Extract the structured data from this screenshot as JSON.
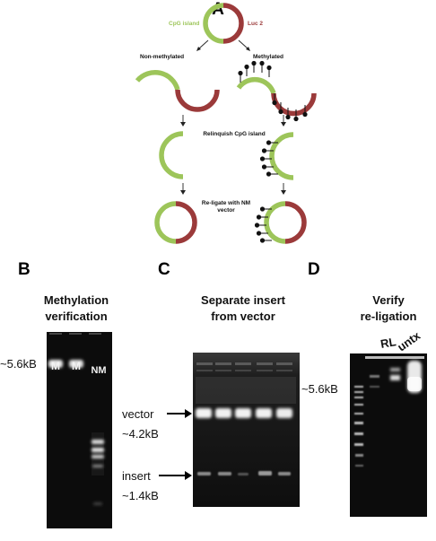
{
  "panels": {
    "a": {
      "letter": "A",
      "legend_cpg": "CpG island",
      "legend_luc": "Luc 2",
      "non_methylated": "Non-methylated",
      "methylated": "Methylated",
      "relinquish": "Relinquish CpG island",
      "religate_line1": "Re-ligate with NM",
      "religate_line2": "vector"
    },
    "b": {
      "letter": "B",
      "title_line1": "Methylation",
      "title_line2": "verification",
      "size_label": "~5.6kB",
      "lanes": [
        "M",
        "M",
        "NM"
      ]
    },
    "c": {
      "letter": "C",
      "title_line1": "Separate insert",
      "title_line2": "from vector",
      "vector_label": "vector",
      "vector_size": "~4.2kB",
      "insert_label": "insert",
      "insert_size": "~1.4kB"
    },
    "d": {
      "letter": "D",
      "title_line1": "Verify",
      "title_line2": "re-ligation",
      "size_label": "~5.6kB",
      "lanes": [
        "RL",
        "untx"
      ]
    }
  },
  "colors": {
    "cpg_green": "#9dc55a",
    "luc_red": "#9b3a3a",
    "gel_dark": "#0c0c0c",
    "band_white": "#f4f4f4"
  }
}
